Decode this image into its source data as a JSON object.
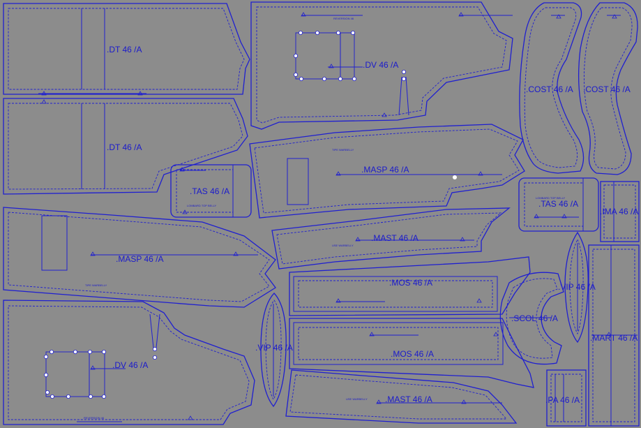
{
  "canvas": {
    "background": "#8c8c8c",
    "line_color": "#1f1fd0",
    "label_color": "#1a1acc"
  },
  "pieces": {
    "dt_top": ".DT 46 /A",
    "dt_bottom": ".DT 46 /A",
    "dv_top": ".DV 46 /A",
    "dv_bottom": ".DV 46 /A",
    "cost_1": ".COST 46 /A",
    "cost_2": ".COST 46 /A",
    "masp_top": ".MASP 46 /A",
    "masp_left": ".MASP 46 /A",
    "tas_left": ".TAS 46 /A",
    "tas_right": ".TAS 46 /A",
    "mast_mid": ".MAST 46 /A",
    "mast_bottom": ".MAST 46 /A",
    "mos_top": ".MOS 46 /A",
    "mos_bottom": ".MOS 46 /A",
    "vip_left": ".VIP 46 /A",
    "vip_right": ".VIP 46 /A",
    "scol": ".SCOL 46 /A",
    "pa": ".PA 46 /A",
    "ima": ".IMA 46 /A",
    "mart": ".MART 46 /A"
  },
  "small_text": {
    "tipe": "TIPE WARBELLY",
    "use": "USE WARBELLY",
    "lomo": "LOMBARD TOP BELLY",
    "rev": "REVERSION 46"
  }
}
